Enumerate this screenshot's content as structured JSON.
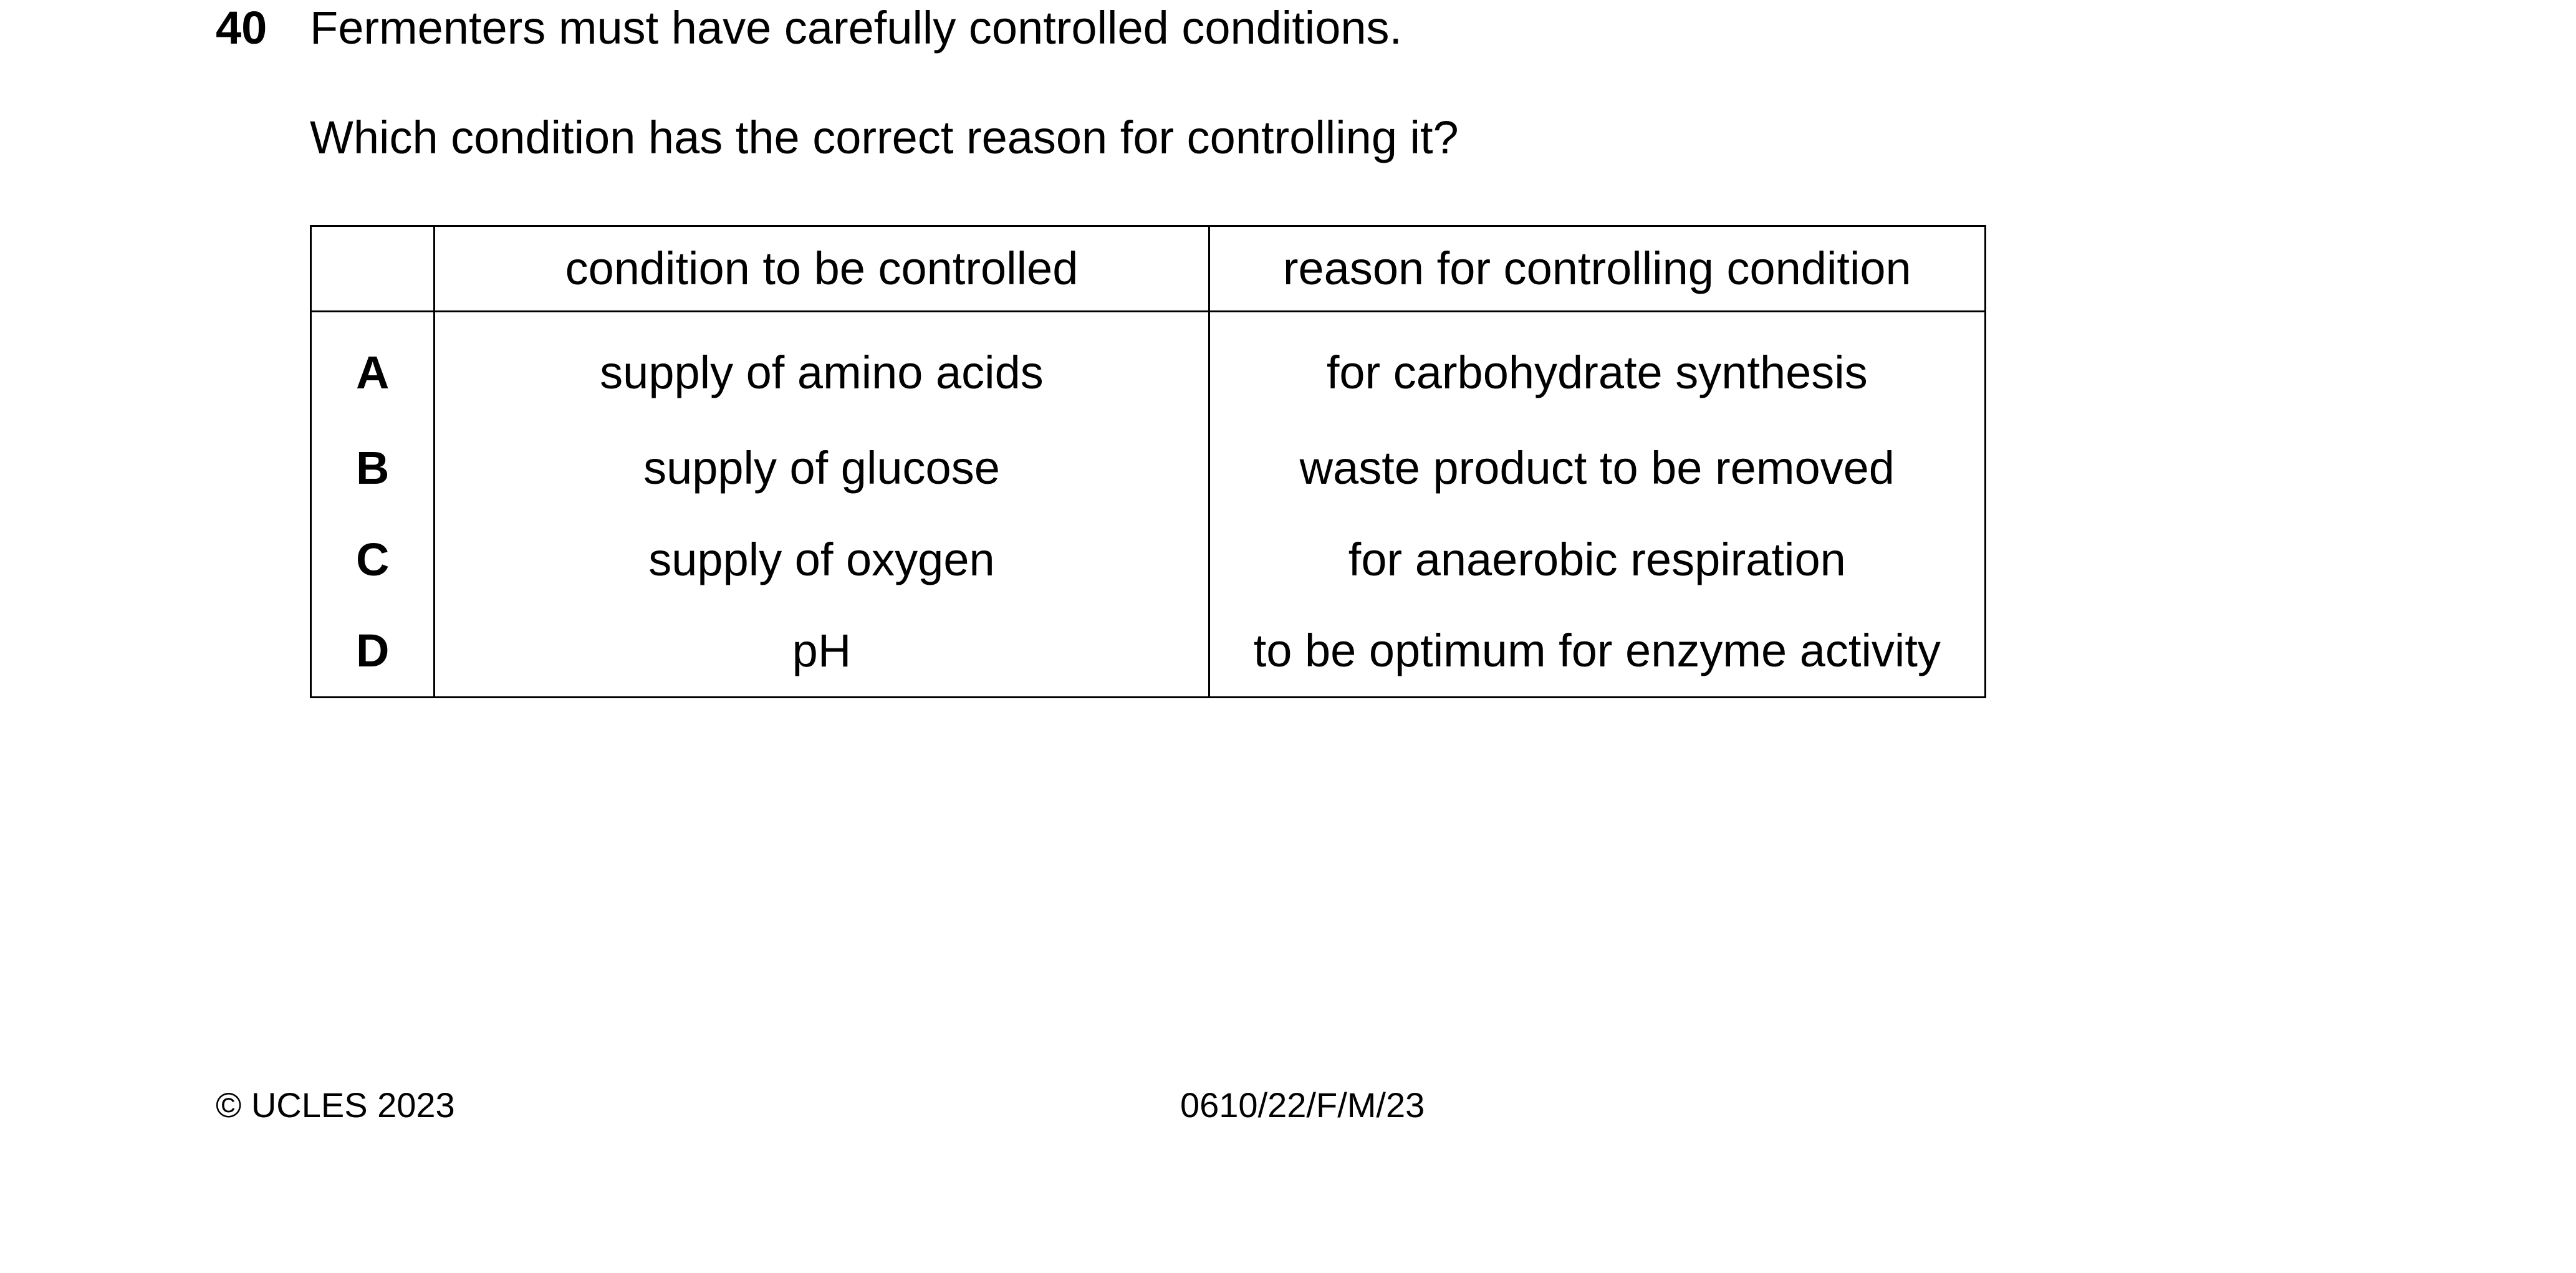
{
  "question": {
    "number": "40",
    "stem": "Fermenters must have carefully controlled conditions.",
    "prompt": "Which condition has the correct reason for controlling it?"
  },
  "table": {
    "headers": [
      "",
      "condition to be controlled",
      "reason for controlling condition"
    ],
    "rows": [
      {
        "letter": "A",
        "condition": "supply of amino acids",
        "reason": "for carbohydrate synthesis"
      },
      {
        "letter": "B",
        "condition": "supply of glucose",
        "reason": "waste product to be removed"
      },
      {
        "letter": "C",
        "condition": "supply of oxygen",
        "reason": "for anaerobic respiration"
      },
      {
        "letter": "D",
        "condition": "pH",
        "reason": "to be optimum for enzyme activity"
      }
    ]
  },
  "footer": {
    "copyright": "© UCLES 2023",
    "code": "0610/22/F/M/23"
  }
}
